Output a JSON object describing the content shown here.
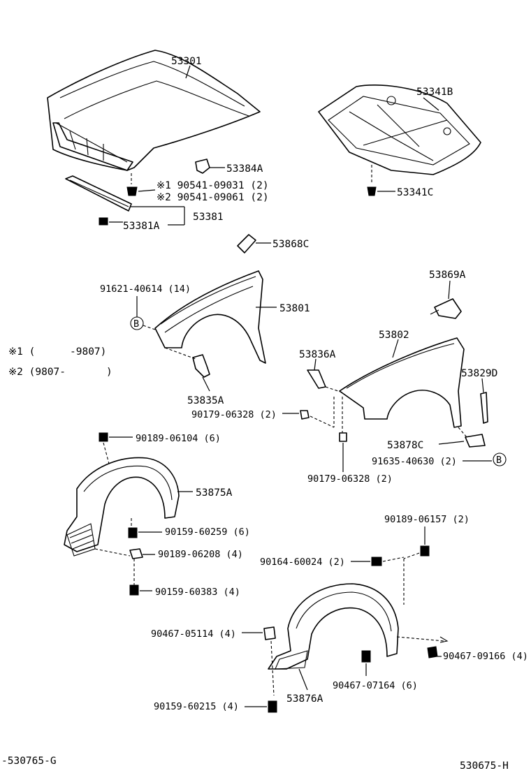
{
  "callouts": {
    "hood": "53301",
    "hood_insulator": "53341B",
    "insulator_clip": "53341C",
    "hood_bumper": "53384A",
    "clip_note_1": "※1 90541-09031 (2)",
    "clip_note_2": "※2 90541-09061 (2)",
    "seal_group": "53381",
    "seal_clip": "53381A",
    "bracket_c": "53868C",
    "bolt_91621": "91621-40614 (14)",
    "fender_lh": "53801",
    "cover_a": "53869A",
    "fender_rh": "53802",
    "bracket_836a": "53836A",
    "bracket_835a": "53835A",
    "molding_829d": "53829D",
    "screw_upper": "90179-06328 (2)",
    "screw_lower": "90179-06328 (2)",
    "bracket_878c": "53878C",
    "bolt_91635": "91635-40630 (2)",
    "clip_90189_6104": "90189-06104 (6)",
    "liner_lh": "53875A",
    "screw_90159_259": "90159-60259 (6)",
    "clip_90189_208": "90189-06208 (4)",
    "screw_90159_383": "90159-60383 (4)",
    "clip_90189_157": "90189-06157 (2)",
    "screw_90164": "90164-60024 (2)",
    "nut_90467_114": "90467-05114 (4)",
    "nut_90467_166": "90467-09166 (4)",
    "nut_90467_164": "90467-07164 (6)",
    "screw_90159_215": "90159-60215 (4)",
    "liner_rh": "53876A"
  },
  "markers": {
    "b_upper": "B",
    "b_lower": "B"
  },
  "notes": {
    "note1_mark": "※1 (",
    "note1_range": "-9807)",
    "note2_mark": "※2 (9807-",
    "note2_close": ")"
  },
  "footer": {
    "left_code": "-530765-G",
    "right_code": "530675-H"
  },
  "style": {
    "ink": "#000000",
    "paper": "#ffffff"
  }
}
